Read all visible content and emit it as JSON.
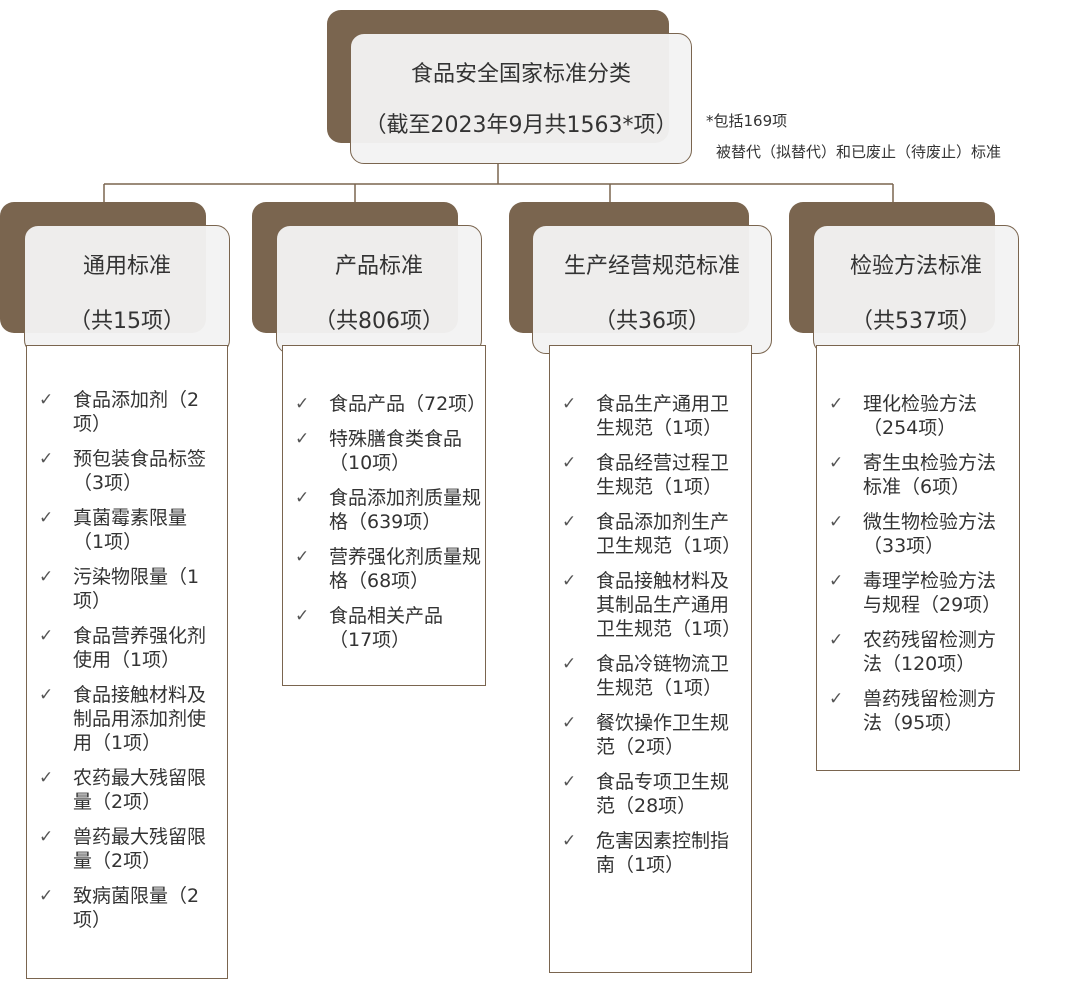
{
  "root": {
    "title": "食品安全国家标准分类",
    "subtitle": "（截至2023年9月共1563*项）"
  },
  "note": {
    "line1": "*包括169项",
    "line2": "被替代（拟替代）和已废止（待废止）标准"
  },
  "check_icon": "check-icon",
  "colors": {
    "accent": "#7a654f",
    "card_fill": "#f2f2f2",
    "text": "#333333"
  },
  "categories": [
    {
      "title": "通用标准",
      "count": "（共15项）",
      "items": [
        "食品添加剂（2项）",
        "预包装食品标签（3项）",
        "真菌霉素限量（1项）",
        "污染物限量（1项）",
        "食品营养强化剂使用（1项）",
        "食品接触材料及制品用添加剂使用（1项）",
        "农药最大残留限量（2项）",
        "兽药最大残留限量（2项）",
        "致病菌限量（2项）"
      ]
    },
    {
      "title": "产品标准",
      "count": "（共806项）",
      "items": [
        "食品产品（72项）",
        "特殊膳食类食品（10项）",
        "食品添加剂质量规格（639项）",
        "营养强化剂质量规格（68项）",
        "食品相关产品（17项）"
      ]
    },
    {
      "title": "生产经营规范标准",
      "count": "（共36项）",
      "items": [
        "食品生产通用卫生规范（1项）",
        "食品经营过程卫生规范（1项）",
        "食品添加剂生产卫生规范（1项）",
        "食品接触材料及其制品生产通用卫生规范（1项）",
        "食品冷链物流卫生规范（1项）",
        "餐饮操作卫生规范（2项）",
        "食品专项卫生规范（28项）",
        "危害因素控制指南（1项）"
      ]
    },
    {
      "title": "检验方法标准",
      "count": "（共537项）",
      "items": [
        "理化检验方法（254项）",
        "寄生虫检验方法标准（6项）",
        "微生物检验方法（33项）",
        "毒理学检验方法与规程（29项）",
        "农药残留检测方法（120项）",
        "兽药残留检测方法（95项）"
      ]
    }
  ]
}
